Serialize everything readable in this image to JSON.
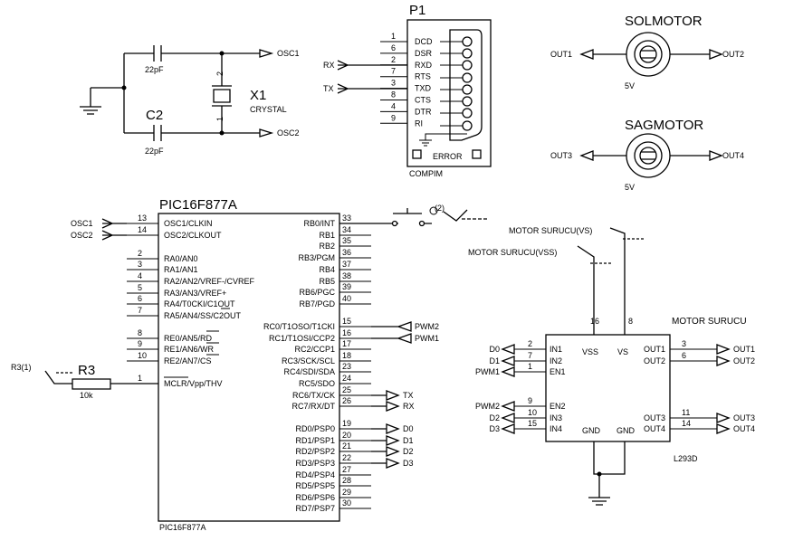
{
  "crystal": {
    "ref": "X1",
    "value": "CRYSTAL",
    "c1_value": "22pF",
    "c2_ref": "C2",
    "c2_value": "22pF",
    "pin1": "1",
    "pin2": "2",
    "osc1": "OSC1",
    "osc2": "OSC2"
  },
  "p1": {
    "ref": "P1",
    "footer": "COMPIM",
    "error": "ERROR",
    "rx_in": "RX",
    "tx_in": "TX",
    "pins": [
      {
        "num": "1",
        "name": "DCD"
      },
      {
        "num": "6",
        "name": "DSR"
      },
      {
        "num": "2",
        "name": "RXD"
      },
      {
        "num": "7",
        "name": "RTS"
      },
      {
        "num": "3",
        "name": "TXD"
      },
      {
        "num": "8",
        "name": "CTS"
      },
      {
        "num": "4",
        "name": "DTR"
      },
      {
        "num": "9",
        "name": "RI"
      }
    ]
  },
  "motors": {
    "sol": {
      "title": "SOLMOTOR",
      "left": "OUT1",
      "right": "OUT2",
      "volt": "5V"
    },
    "sag": {
      "title": "SAGMOTOR",
      "left": "OUT3",
      "right": "OUT4",
      "volt": "5V"
    }
  },
  "pic": {
    "title": "PIC16F877A",
    "footer": "PIC16F877A",
    "left_pins": [
      {
        "num": "13",
        "name": "OSC1/CLKIN",
        "net": "OSC1"
      },
      {
        "num": "14",
        "name": "OSC2/CLKOUT",
        "net": "OSC2"
      },
      {
        "num": "2",
        "name": "RA0/AN0",
        "net": ""
      },
      {
        "num": "3",
        "name": "RA1/AN1",
        "net": ""
      },
      {
        "num": "4",
        "name": "RA2/AN2/VREF-/CVREF",
        "net": ""
      },
      {
        "num": "5",
        "name": "RA3/AN3/VREF+",
        "net": ""
      },
      {
        "num": "6",
        "name": "RA4/T0CKI/C1OUT",
        "net": ""
      },
      {
        "num": "7",
        "name": "RA5/AN4/SS/C2OUT",
        "net": ""
      },
      {
        "num": "8",
        "name": "RE0/AN5/RD",
        "net": ""
      },
      {
        "num": "9",
        "name": "RE1/AN6/WR",
        "net": ""
      },
      {
        "num": "10",
        "name": "RE2/AN7/CS",
        "net": ""
      },
      {
        "num": "1",
        "name": "MCLR/Vpp/THV",
        "net": ""
      }
    ],
    "right_pins": [
      {
        "num": "33",
        "name": "RB0/INT",
        "net": ""
      },
      {
        "num": "34",
        "name": "RB1",
        "net": ""
      },
      {
        "num": "35",
        "name": "RB2",
        "net": ""
      },
      {
        "num": "36",
        "name": "RB3/PGM",
        "net": ""
      },
      {
        "num": "37",
        "name": "RB4",
        "net": ""
      },
      {
        "num": "38",
        "name": "RB5",
        "net": ""
      },
      {
        "num": "39",
        "name": "RB6/PGC",
        "net": ""
      },
      {
        "num": "40",
        "name": "RB7/PGD",
        "net": ""
      },
      {
        "num": "15",
        "name": "RC0/T1OSO/T1CKI",
        "net": "PWM2"
      },
      {
        "num": "16",
        "name": "RC1/T1OSI/CCP2",
        "net": "PWM1"
      },
      {
        "num": "17",
        "name": "RC2/CCP1",
        "net": ""
      },
      {
        "num": "18",
        "name": "RC3/SCK/SCL",
        "net": ""
      },
      {
        "num": "23",
        "name": "RC4/SDI/SDA",
        "net": ""
      },
      {
        "num": "24",
        "name": "RC5/SDO",
        "net": ""
      },
      {
        "num": "25",
        "name": "RC6/TX/CK",
        "net": "TX"
      },
      {
        "num": "26",
        "name": "RC7/RX/DT",
        "net": "RX"
      },
      {
        "num": "19",
        "name": "RD0/PSP0",
        "net": "D0"
      },
      {
        "num": "20",
        "name": "RD1/PSP1",
        "net": "D1"
      },
      {
        "num": "21",
        "name": "RD2/PSP2",
        "net": "D2"
      },
      {
        "num": "22",
        "name": "RD3/PSP3",
        "net": "D3"
      },
      {
        "num": "27",
        "name": "RD4/PSP4",
        "net": ""
      },
      {
        "num": "28",
        "name": "RD5/PSP5",
        "net": ""
      },
      {
        "num": "29",
        "name": "RD6/PSP6",
        "net": ""
      },
      {
        "num": "30",
        "name": "RD7/PSP7",
        "net": ""
      }
    ]
  },
  "r3": {
    "term": "R3(1)",
    "ref": "R3",
    "value": "10k"
  },
  "switch_label": "(2)",
  "l293": {
    "title": "MOTOR SURUCU",
    "part": "L293D",
    "vs_label": "MOTOR SURUCU(VS)",
    "vss_label": "MOTOR SURUCU(VSS)",
    "vss_pin": "16",
    "vs_pin": "8",
    "vss_name": "VSS",
    "vs_name": "VS",
    "gnd1": "GND",
    "gnd2": "GND",
    "left_pins": [
      {
        "num": "2",
        "name": "IN1",
        "net": "D0"
      },
      {
        "num": "7",
        "name": "IN2",
        "net": "D1"
      },
      {
        "num": "1",
        "name": "EN1",
        "net": "PWM1"
      },
      {
        "num": "9",
        "name": "EN2",
        "net": "PWM2"
      },
      {
        "num": "10",
        "name": "IN3",
        "net": "D2"
      },
      {
        "num": "15",
        "name": "IN4",
        "net": "D3"
      }
    ],
    "right_pins": [
      {
        "num": "3",
        "name": "OUT1",
        "net": "OUT1"
      },
      {
        "num": "6",
        "name": "OUT2",
        "net": "OUT2"
      },
      {
        "num": "11",
        "name": "OUT3",
        "net": "OUT3"
      },
      {
        "num": "14",
        "name": "OUT4",
        "net": "OUT4"
      }
    ]
  }
}
